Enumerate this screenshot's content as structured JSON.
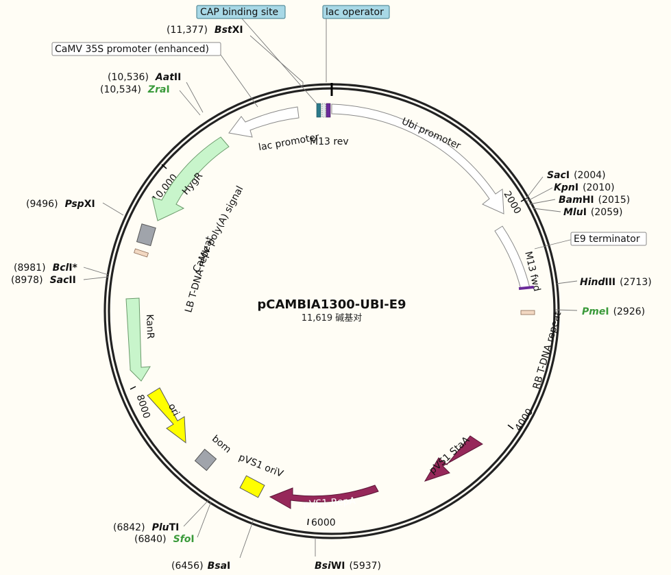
{
  "plasmid": {
    "name": "pCAMBIA1300-UBI-E9",
    "size_label": "11,619 碱基对",
    "total_bp": 11619
  },
  "ticks": [
    {
      "bp": 2000,
      "label": "2000"
    },
    {
      "bp": 4000,
      "label": "4000"
    },
    {
      "bp": 6000,
      "label": "6000"
    },
    {
      "bp": 8000,
      "label": "8000"
    },
    {
      "bp": 10000,
      "label": "10,000"
    }
  ],
  "features": [
    {
      "id": "ubi-promoter",
      "label": "Ubi promoter",
      "type": "arrow",
      "start": 20,
      "end": 1995,
      "strand": "+",
      "color": "#ffffff"
    },
    {
      "id": "e9-terminator",
      "label": "E9 terminator",
      "type": "box",
      "start": 2080,
      "end": 2690,
      "color": "#ffffff"
    },
    {
      "id": "m13-fwd",
      "label": "M13 fwd",
      "type": "primer",
      "start": 2690,
      "end": 2710,
      "color": "#6a2a9a"
    },
    {
      "id": "rb-tdna",
      "label": "RB T-DNA repeat",
      "type": "small",
      "start": 2980,
      "end": 3010,
      "color": "#f2d8c2"
    },
    {
      "id": "pvs1-staa",
      "label": "pVS1 StaA",
      "type": "arrow",
      "start": 4350,
      "end": 4980,
      "strand": "-",
      "color": "#96285a"
    },
    {
      "id": "pvs1-repa",
      "label": "pVS1 RepA",
      "type": "arrow",
      "start": 5180,
      "end": 6260,
      "strand": "-",
      "color": "#96285a"
    },
    {
      "id": "pvs1-oriv",
      "label": "pVS1 oriV",
      "type": "box",
      "start": 6560,
      "end": 6750,
      "color": "#ffff00"
    },
    {
      "id": "bom",
      "label": "bom",
      "type": "box",
      "start": 7170,
      "end": 7320,
      "color": "#a0a4ab"
    },
    {
      "id": "ori",
      "label": "ori",
      "type": "arrow",
      "start": 7390,
      "end": 7960,
      "strand": "-",
      "color": "#ffff00"
    },
    {
      "id": "kanr",
      "label": "KanR",
      "type": "arrow",
      "start": 8120,
      "end": 8910,
      "strand": "-",
      "color": "#c8f5cb"
    },
    {
      "id": "lb-tdna",
      "label": "LB T-DNA repeat",
      "type": "small",
      "start": 9380,
      "end": 9410,
      "color": "#f2d8c2"
    },
    {
      "id": "camv-polya",
      "label": "CaMV poly(A) signal",
      "type": "box",
      "start": 9480,
      "end": 9680,
      "color": "#a0a4ab"
    },
    {
      "id": "hygr",
      "label": "HygR",
      "type": "arrow",
      "start": 9740,
      "end": 10760,
      "strand": "-",
      "color": "#c8f5cb"
    },
    {
      "id": "camv-35s",
      "label": "CaMV 35S promoter (enhanced)",
      "type": "box",
      "start": 10830,
      "end": 11360,
      "color": "#ffffff"
    },
    {
      "id": "lac-promoter",
      "label": "lac promoter",
      "type": "arrow",
      "start": 10790,
      "end": 11330,
      "strand": "-",
      "color": "#ffffff"
    },
    {
      "id": "cap-site",
      "label": "CAP binding site",
      "type": "small",
      "start": 11455,
      "end": 11480,
      "color": "#2d7a8a"
    },
    {
      "id": "lac-operator",
      "label": "lac operator",
      "type": "small",
      "start": 11530,
      "end": 11555,
      "color": "#2d7a8a"
    },
    {
      "id": "m13-rev",
      "label": "M13 rev",
      "type": "primer",
      "start": 11580,
      "end": 11610,
      "color": "#6a2a9a"
    }
  ],
  "sites": [
    {
      "id": "saci",
      "pre": "Sac",
      "post": "I",
      "pos": "(2004)",
      "color": "#000"
    },
    {
      "id": "kpni",
      "pre": "Kpn",
      "post": "I",
      "pos": "(2010)",
      "color": "#000"
    },
    {
      "id": "bamhi",
      "pre": "Bam",
      "post": "HI",
      "pos": "(2015)",
      "color": "#000"
    },
    {
      "id": "mlui",
      "pre": "Mlu",
      "post": "I",
      "pos": "(2059)",
      "color": "#000"
    },
    {
      "id": "hindiii",
      "pre": "Hind",
      "post": "III",
      "pos": "(2713)",
      "color": "#000"
    },
    {
      "id": "pmei",
      "pre": "Pme",
      "post": "I",
      "pos": "(2926)",
      "color": "green"
    },
    {
      "id": "bsiwi",
      "pre": "Bsi",
      "post": "WI",
      "pos": "(5937)",
      "color": "#000"
    },
    {
      "id": "bsai",
      "pre": "Bsa",
      "post": "I",
      "pos": "(6456)",
      "color": "#000"
    },
    {
      "id": "pluti",
      "pre": "Plu",
      "post": "TI",
      "pos": "(6842)",
      "color": "#000"
    },
    {
      "id": "sfoi",
      "pre": "Sfo",
      "post": "I",
      "pos": "(6840)",
      "color": "green"
    },
    {
      "id": "sacii",
      "pre": "Sac",
      "post": "II",
      "pos": "(8978)",
      "color": "#000"
    },
    {
      "id": "bcli",
      "pre": "Bcl",
      "post": "I*",
      "pos": "(8981)",
      "color": "#000"
    },
    {
      "id": "pspxi",
      "pre": "Psp",
      "post": "XI",
      "pos": "(9496)",
      "color": "#000"
    },
    {
      "id": "zrai",
      "pre": "Zra",
      "post": "I",
      "pos": "(10,534)",
      "color": "green"
    },
    {
      "id": "aatii",
      "pre": "Aat",
      "post": "II",
      "pos": "(10,536)",
      "color": "#000"
    },
    {
      "id": "bstxi",
      "pre": "Bst",
      "post": "XI",
      "pos": "(11,377)",
      "color": "#000"
    }
  ],
  "colors": {
    "background": "#fffdf5",
    "callout_fill": "#a8d8e6"
  }
}
